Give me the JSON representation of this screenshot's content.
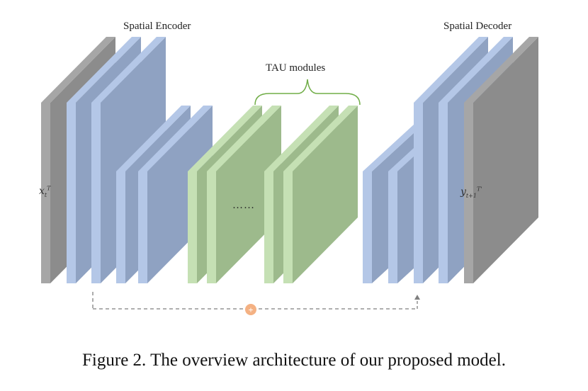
{
  "labels": {
    "encoder": "Spatial Encoder",
    "decoder": "Spatial Decoder",
    "tau": "TAU modules",
    "ellipsis": "……"
  },
  "input_math": {
    "base": "x",
    "sub": "t",
    "sup": "T"
  },
  "output_math": {
    "base": "y",
    "sub": "t+1",
    "sup": "T'"
  },
  "skip_connection": {
    "symbol": "+"
  },
  "caption": "Figure 2. The overview architecture of our proposed model.",
  "colors": {
    "input_output_face": "#8c8c8c",
    "input_output_side": "#a6a6a6",
    "encoder_face": "#8fa2c2",
    "encoder_side": "#b4c7e7",
    "tau_face": "#9dba8c",
    "tau_side": "#c5e0b4",
    "plus_circle": "#f4b183",
    "bracket": "#70ad47"
  }
}
